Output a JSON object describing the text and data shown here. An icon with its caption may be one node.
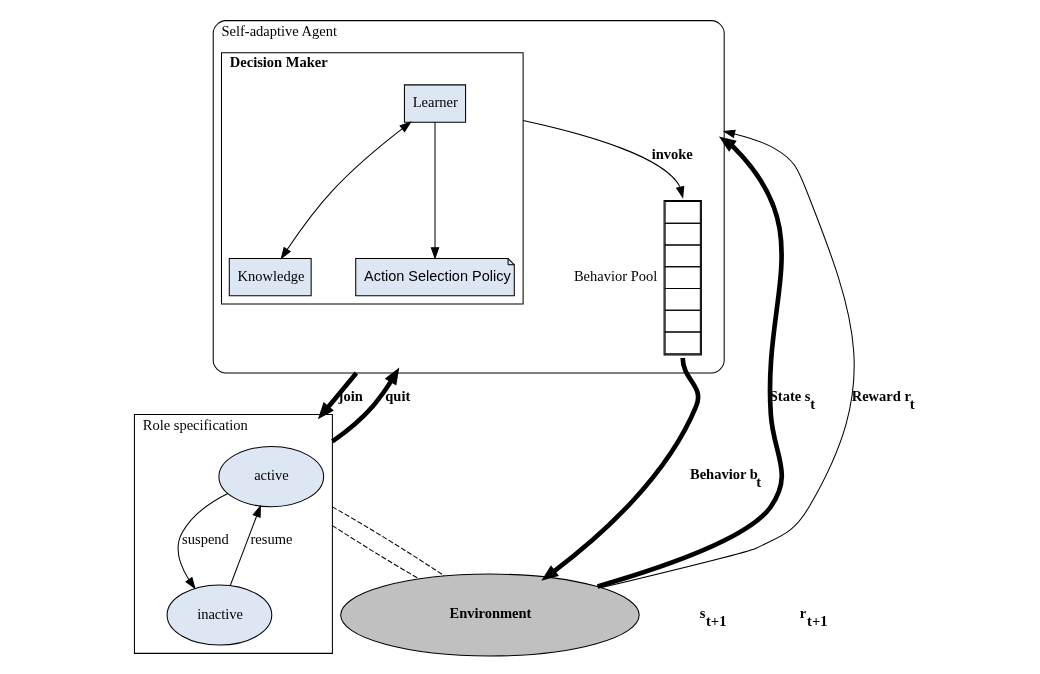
{
  "diagram": {
    "nodes": [
      {
        "text": [
          "Self-adaptive Agent"
        ]
      },
      {
        "text": [
          "Decision Maker"
        ],
        "in": 0
      },
      {
        "text": [
          "Learner"
        ],
        "in": 1
      },
      {
        "text": [
          "Knowledge"
        ],
        "in": 1
      },
      {
        "text": [
          "Action Selection Policy"
        ],
        "in": 1
      },
      {
        "text": [],
        "shape": "box",
        "in": 0,
        "beside": [
          "Behavior Pool"
        ]
      },
      {
        "text": [
          "Role specification"
        ]
      },
      {
        "text": [
          "active"
        ],
        "in": 6
      },
      {
        "text": [
          "inactive"
        ],
        "in": 6
      },
      {
        "text": [
          "Environment"
        ]
      }
    ],
    "edges": [
      {
        "from": 2,
        "to": 4,
        "arrow": "to"
      },
      {
        "from": 2,
        "to": 3,
        "arrow": "both"
      },
      {
        "from": 1,
        "to": 5,
        "arrow": "to",
        "label": "invoke"
      },
      {
        "from": 0,
        "to": 6,
        "arrow": "to",
        "label": "join",
        "style": "thick"
      },
      {
        "from": 6,
        "to": 0,
        "arrow": "to",
        "label": "quit",
        "style": "thick"
      },
      {
        "from": 7,
        "to": 8,
        "arrow": "to",
        "label": "suspend"
      },
      {
        "from": 8,
        "to": 7,
        "arrow": "to",
        "label": "resume"
      },
      {
        "from": 5,
        "to": 9,
        "arrow": "to",
        "label": "Behavior b$_{t}$",
        "style": "thick"
      },
      {
        "from": 9,
        "to": 0,
        "arrow": "to",
        "label": "State s$_{t}$",
        "style": "thick"
      },
      {
        "from": 9,
        "to": 0,
        "arrow": "to",
        "label": "Reward r$_{t}$"
      },
      {
        "from": 6,
        "to": 9,
        "arrow": "none",
        "style": "dashed"
      },
      {
        "from": 6,
        "to": 9,
        "arrow": "none",
        "style": "dashed"
      }
    ],
    "labels": [
      "s$_{t+1}$",
      "r$_{t+1}$"
    ]
  }
}
